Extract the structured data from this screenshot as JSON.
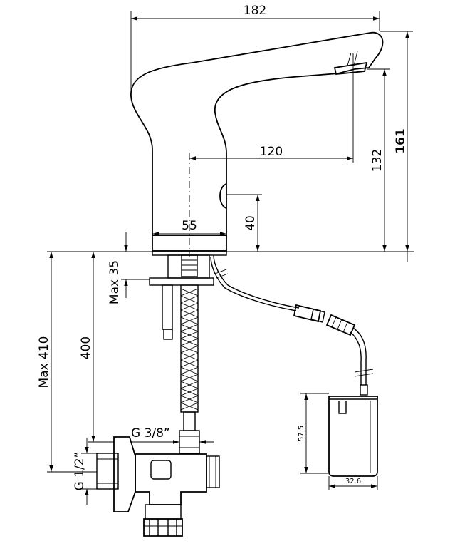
{
  "dimensions": {
    "overall_width": "182",
    "overall_height": "161",
    "spout_reach": "120",
    "spout_height": "132",
    "base_diameter": "55",
    "sensor_height": "40",
    "max_deck": "Max 35",
    "hose_length": "400",
    "max_length": "Max 410",
    "hose_thread": "G 3/8”",
    "inlet_thread": "G 1/2”",
    "box_height": "57.5",
    "box_width": "32.6"
  }
}
